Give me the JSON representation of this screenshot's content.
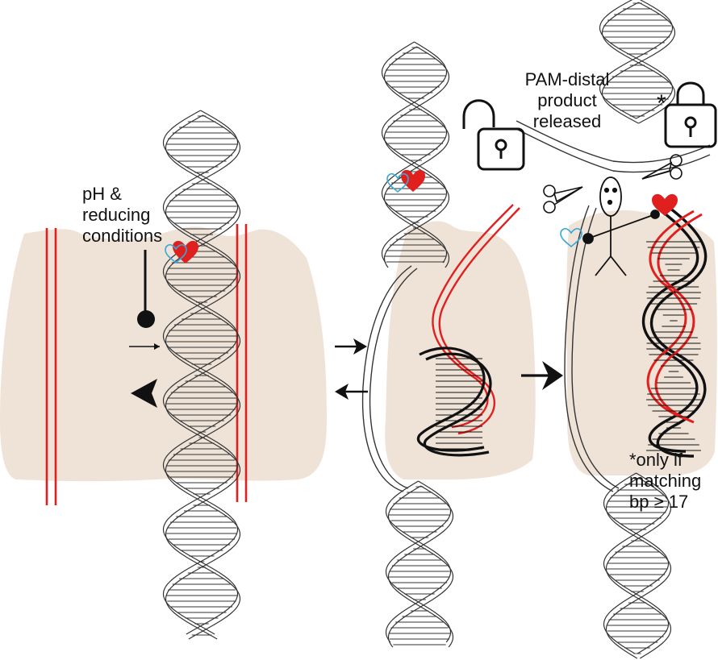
{
  "labels": {
    "conditions": [
      "pH &",
      "reducing",
      "conditions"
    ],
    "released": [
      "PAM-distal",
      "product",
      "released"
    ],
    "lock_asterisk": "*",
    "footnote": [
      "*only if",
      "matching",
      "bp ≥ 17"
    ]
  },
  "colors": {
    "protein": "#efe3d8",
    "guide_rna": "#e0201f",
    "dna_outline": "#333333",
    "dna_dark": "#111111",
    "fluor_red": "#e0201f",
    "fluor_blue": "#39a8d8"
  },
  "icons": [
    "unlocked-padlock-icon",
    "locked-padlock-icon",
    "scissors-icon",
    "heart-icon",
    "arrow-icon"
  ]
}
